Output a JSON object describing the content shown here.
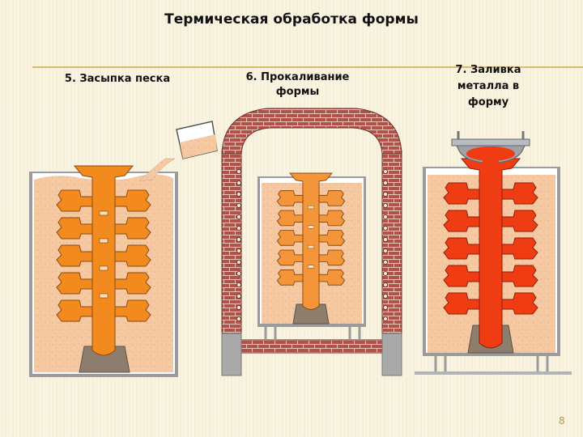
{
  "slide": {
    "title": "Термическая обработка формы",
    "page_number": "8",
    "accent_color": "#d7bd6b"
  },
  "steps": [
    {
      "caption": "5. Засыпка песка"
    },
    {
      "caption": "6. Прокаливание формы"
    },
    {
      "caption": "7. Заливка металла в форму"
    }
  ],
  "colors": {
    "sand": "#f6c9a2",
    "wax_pattern": "#f28a1e",
    "molten_metal": "#f03c12",
    "brick": "#b0514a",
    "flask_gray": "#9b9b9b",
    "pedestal": "#8c7d6c"
  }
}
